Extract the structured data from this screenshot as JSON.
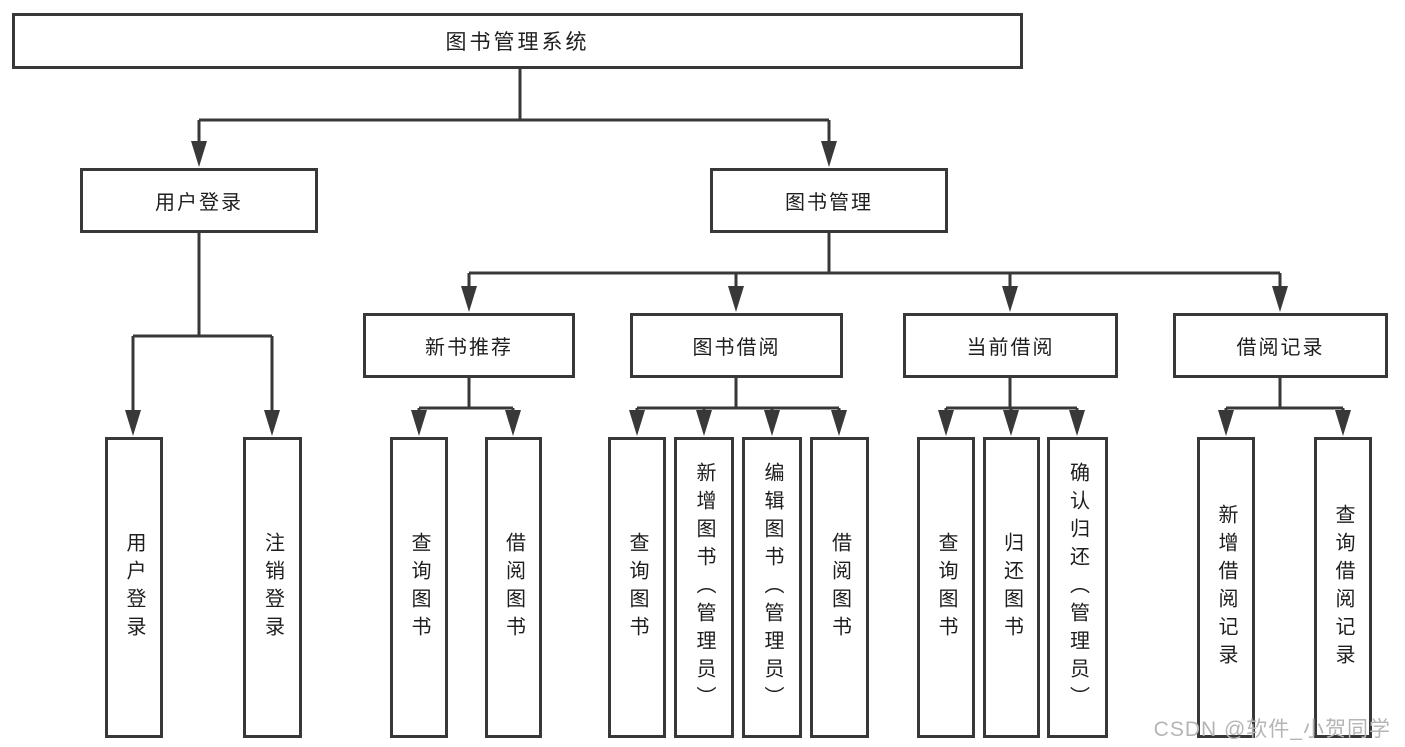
{
  "diagram": {
    "root": {
      "label": "图书管理系统"
    },
    "level2": {
      "user_login": {
        "label": "用户登录"
      },
      "book_mgmt": {
        "label": "图书管理"
      }
    },
    "level3": {
      "new_book_rec": {
        "label": "新书推荐"
      },
      "book_borrow": {
        "label": "图书借阅"
      },
      "current_borrow": {
        "label": "当前借阅"
      },
      "borrow_records": {
        "label": "借阅记录"
      }
    },
    "leaves": {
      "user_login": {
        "label": "用户登录"
      },
      "logout": {
        "label": "注销登录"
      },
      "nbr_query_books": {
        "label": "查询图书"
      },
      "nbr_borrow_books": {
        "label": "借阅图书"
      },
      "bb_query_books": {
        "label": "查询图书"
      },
      "bb_add_books": {
        "label": "新增图书（管理员）"
      },
      "bb_edit_books": {
        "label": "编辑图书（管理员）"
      },
      "bb_borrow_books": {
        "label": "借阅图书"
      },
      "cb_query_books": {
        "label": "查询图书"
      },
      "cb_return_books": {
        "label": "归还图书"
      },
      "cb_confirm_return": {
        "label": "确认归还（管理员）"
      },
      "br_add_record": {
        "label": "新增借阅记录"
      },
      "br_query_record": {
        "label": "查询借阅记录"
      }
    }
  },
  "watermark": {
    "text": "CSDN @软件_小贺同学"
  },
  "colors": {
    "line": "#383838",
    "box_border": "#383838",
    "text": "#1e1e1e",
    "watermark": "#b5b5b5",
    "background": "#ffffff"
  }
}
